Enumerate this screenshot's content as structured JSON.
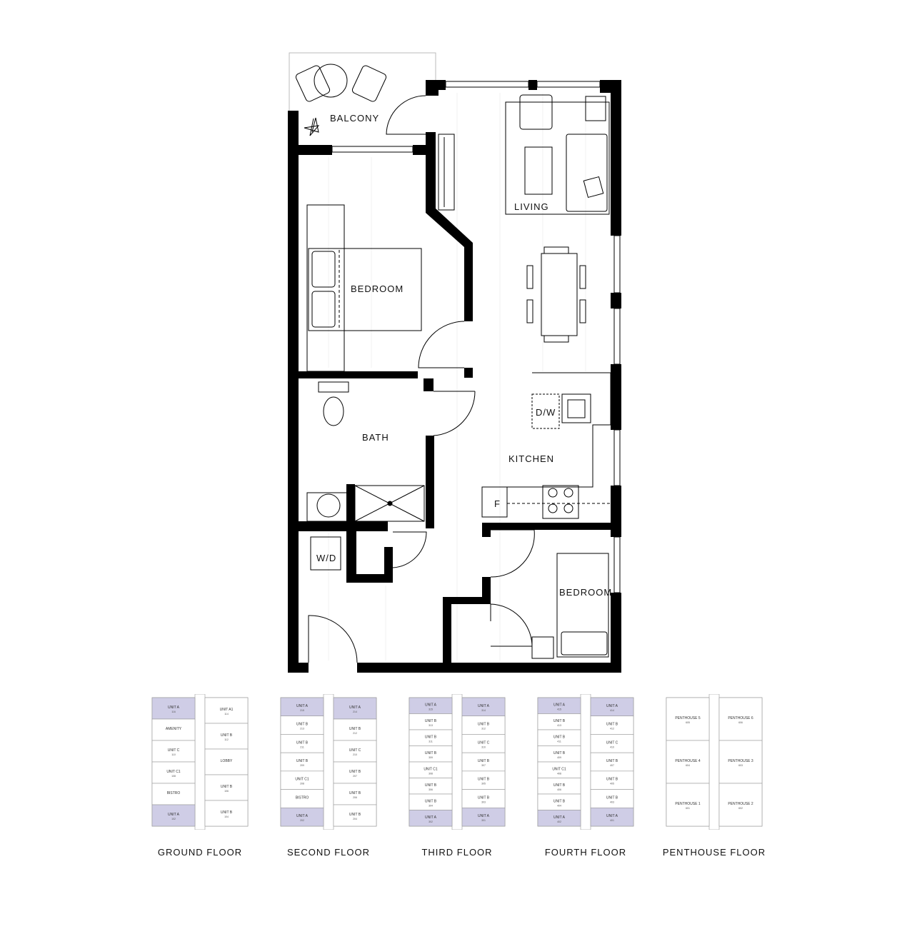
{
  "plan": {
    "rooms": {
      "balcony": "BALCONY",
      "living": "LIVING",
      "bedroom_main": "BEDROOM",
      "bath": "BATH",
      "kitchen": "KITCHEN",
      "dishwasher": "D/W",
      "fridge": "F",
      "washer_dryer": "W/D",
      "bedroom_second": "BEDROOM"
    }
  },
  "colors": {
    "wall": "#000000",
    "highlight_unit": "#cfcde6",
    "key_line": "#999999"
  },
  "key_plans": [
    {
      "caption": "GROUND FLOOR",
      "units": [
        {
          "label": "UNIT A",
          "number": "116",
          "highlight": true
        },
        {
          "label": "UNIT A1",
          "number": "114"
        },
        {
          "label": "AMENITY",
          "number": ""
        },
        {
          "label": "UNIT B",
          "number": "112"
        },
        {
          "label": "UNIT C",
          "number": "110"
        },
        {
          "label": "LOBBY",
          "number": ""
        },
        {
          "label": "UNIT C1",
          "number": "108"
        },
        {
          "label": "UNIT B",
          "number": "106"
        },
        {
          "label": "BISTRO",
          "number": ""
        },
        {
          "label": "UNIT B",
          "number": "104"
        },
        {
          "label": "UNIT A",
          "number": "102",
          "highlight": true
        }
      ]
    },
    {
      "caption": "SECOND FLOOR",
      "units": [
        {
          "label": "UNIT A",
          "number": "215",
          "highlight": true
        },
        {
          "label": "UNIT A",
          "number": "214",
          "highlight": true
        },
        {
          "label": "UNIT B",
          "number": "213"
        },
        {
          "label": "UNIT B",
          "number": "212"
        },
        {
          "label": "UNIT B",
          "number": "211"
        },
        {
          "label": "UNIT C",
          "number": "210"
        },
        {
          "label": "UNIT B",
          "number": "209"
        },
        {
          "label": "UNIT B",
          "number": "207"
        },
        {
          "label": "UNIT C1",
          "number": "208"
        },
        {
          "label": "UNIT B",
          "number": "206"
        },
        {
          "label": "BISTRO",
          "number": ""
        },
        {
          "label": "UNIT B",
          "number": "204"
        },
        {
          "label": "UNIT A",
          "number": "202",
          "highlight": true
        }
      ]
    },
    {
      "caption": "THIRD FLOOR",
      "units": [
        {
          "label": "UNIT A",
          "number": "315",
          "highlight": true
        },
        {
          "label": "UNIT A",
          "number": "314",
          "highlight": true
        },
        {
          "label": "UNIT B",
          "number": "313"
        },
        {
          "label": "UNIT B",
          "number": "312"
        },
        {
          "label": "UNIT B",
          "number": "311"
        },
        {
          "label": "UNIT C",
          "number": "310"
        },
        {
          "label": "UNIT B",
          "number": "309"
        },
        {
          "label": "UNIT B",
          "number": "307"
        },
        {
          "label": "UNIT C1",
          "number": "308"
        },
        {
          "label": "UNIT B",
          "number": "305"
        },
        {
          "label": "UNIT B",
          "number": "306"
        },
        {
          "label": "UNIT B",
          "number": "303"
        },
        {
          "label": "UNIT B",
          "number": "304"
        },
        {
          "label": "UNIT A",
          "number": "301",
          "highlight": true
        },
        {
          "label": "UNIT A",
          "number": "302",
          "highlight": true
        }
      ]
    },
    {
      "caption": "FOURTH FLOOR",
      "units": [
        {
          "label": "UNIT A",
          "number": "415",
          "highlight": true
        },
        {
          "label": "UNIT A",
          "number": "414",
          "highlight": true
        },
        {
          "label": "UNIT B",
          "number": "413"
        },
        {
          "label": "UNIT B",
          "number": "412"
        },
        {
          "label": "UNIT B",
          "number": "411"
        },
        {
          "label": "UNIT C",
          "number": "410"
        },
        {
          "label": "UNIT B",
          "number": "409"
        },
        {
          "label": "UNIT B",
          "number": "407"
        },
        {
          "label": "UNIT C1",
          "number": "408"
        },
        {
          "label": "UNIT B",
          "number": "405"
        },
        {
          "label": "UNIT B",
          "number": "406"
        },
        {
          "label": "UNIT B",
          "number": "403"
        },
        {
          "label": "UNIT B",
          "number": "404"
        },
        {
          "label": "UNIT A",
          "number": "401",
          "highlight": true
        },
        {
          "label": "UNIT A",
          "number": "402",
          "highlight": true
        }
      ]
    },
    {
      "caption": "PENTHOUSE FLOOR",
      "units": [
        {
          "label": "PENTHOUSE 5",
          "number": "605"
        },
        {
          "label": "PENTHOUSE 6",
          "number": "606"
        },
        {
          "label": "PENTHOUSE 4",
          "number": "604"
        },
        {
          "label": "PENTHOUSE 3",
          "number": "603"
        },
        {
          "label": "PENTHOUSE 1",
          "number": "601"
        },
        {
          "label": "PENTHOUSE 2",
          "number": "602"
        }
      ]
    }
  ]
}
